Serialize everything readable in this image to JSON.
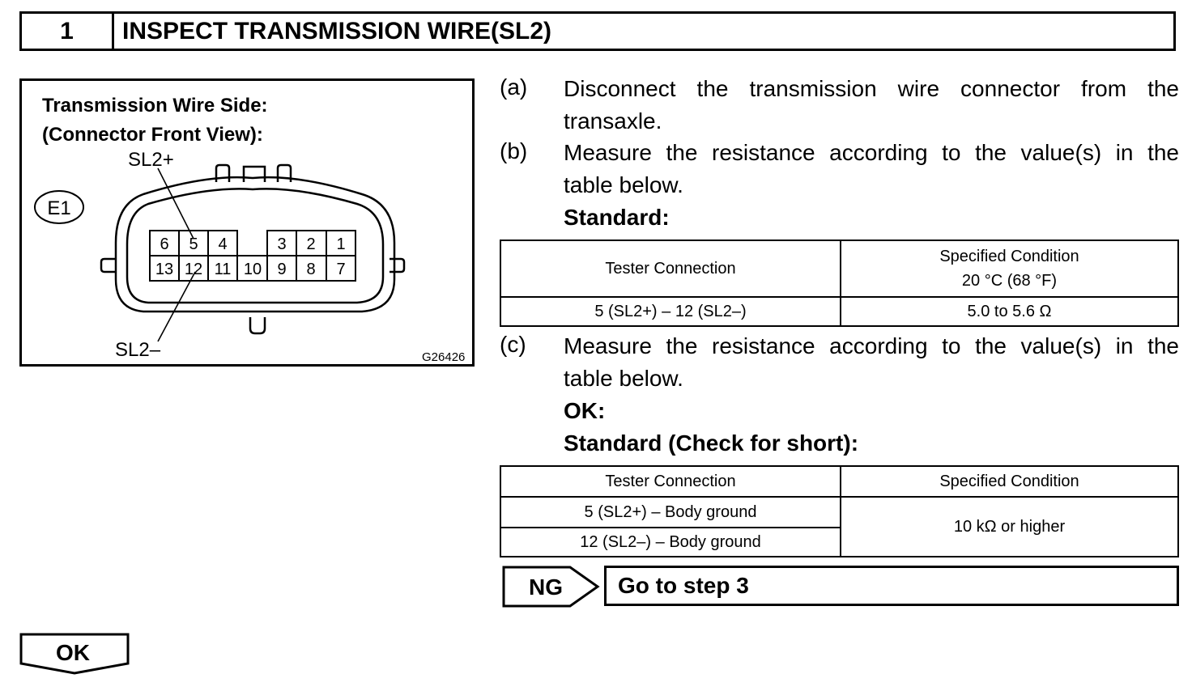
{
  "header": {
    "step_number": "1",
    "title": "INSPECT TRANSMISSION WIRE(SL2)"
  },
  "figure": {
    "title_line1": "Transmission Wire Side:",
    "title_line2": "(Connector Front View):",
    "connector_id": "E1",
    "label_top": "SL2+",
    "label_bottom": "SL2–",
    "figure_code": "G26426",
    "pins_top": [
      "6",
      "5",
      "4",
      "",
      "3",
      "2",
      "1"
    ],
    "pins_bottom": [
      "13",
      "12",
      "11",
      "10",
      "9",
      "8",
      "7"
    ]
  },
  "steps": {
    "a_label": "(a)",
    "a_line1": "Disconnect the transmission wire connector from the",
    "a_line2": "transaxle.",
    "b_label": "(b)",
    "b_line1": "Measure the resistance according to the value(s) in the",
    "b_line2": "table below.",
    "b_standard": "Standard:",
    "c_label": "(c)",
    "c_line1": "Measure the resistance according to the value(s) in the",
    "c_line2": "table below.",
    "c_ok": "OK:",
    "c_standard": "Standard (Check for short):"
  },
  "table1": {
    "col1": "Tester Connection",
    "col2_line1": "Specified Condition",
    "col2_line2": "20 °C (68 °F)",
    "row1_conn": "5 (SL2+) – 12 (SL2–)",
    "row1_cond": "5.0 to 5.6 Ω"
  },
  "table2": {
    "col1": "Tester Connection",
    "col2": "Specified Condition",
    "row1_conn": "5 (SL2+) – Body ground",
    "row2_conn": "12 (SL2–) – Body ground",
    "cond": "10 kΩ or higher"
  },
  "ng": {
    "label": "NG",
    "action": "Go to step 3"
  },
  "ok": {
    "label": "OK"
  }
}
